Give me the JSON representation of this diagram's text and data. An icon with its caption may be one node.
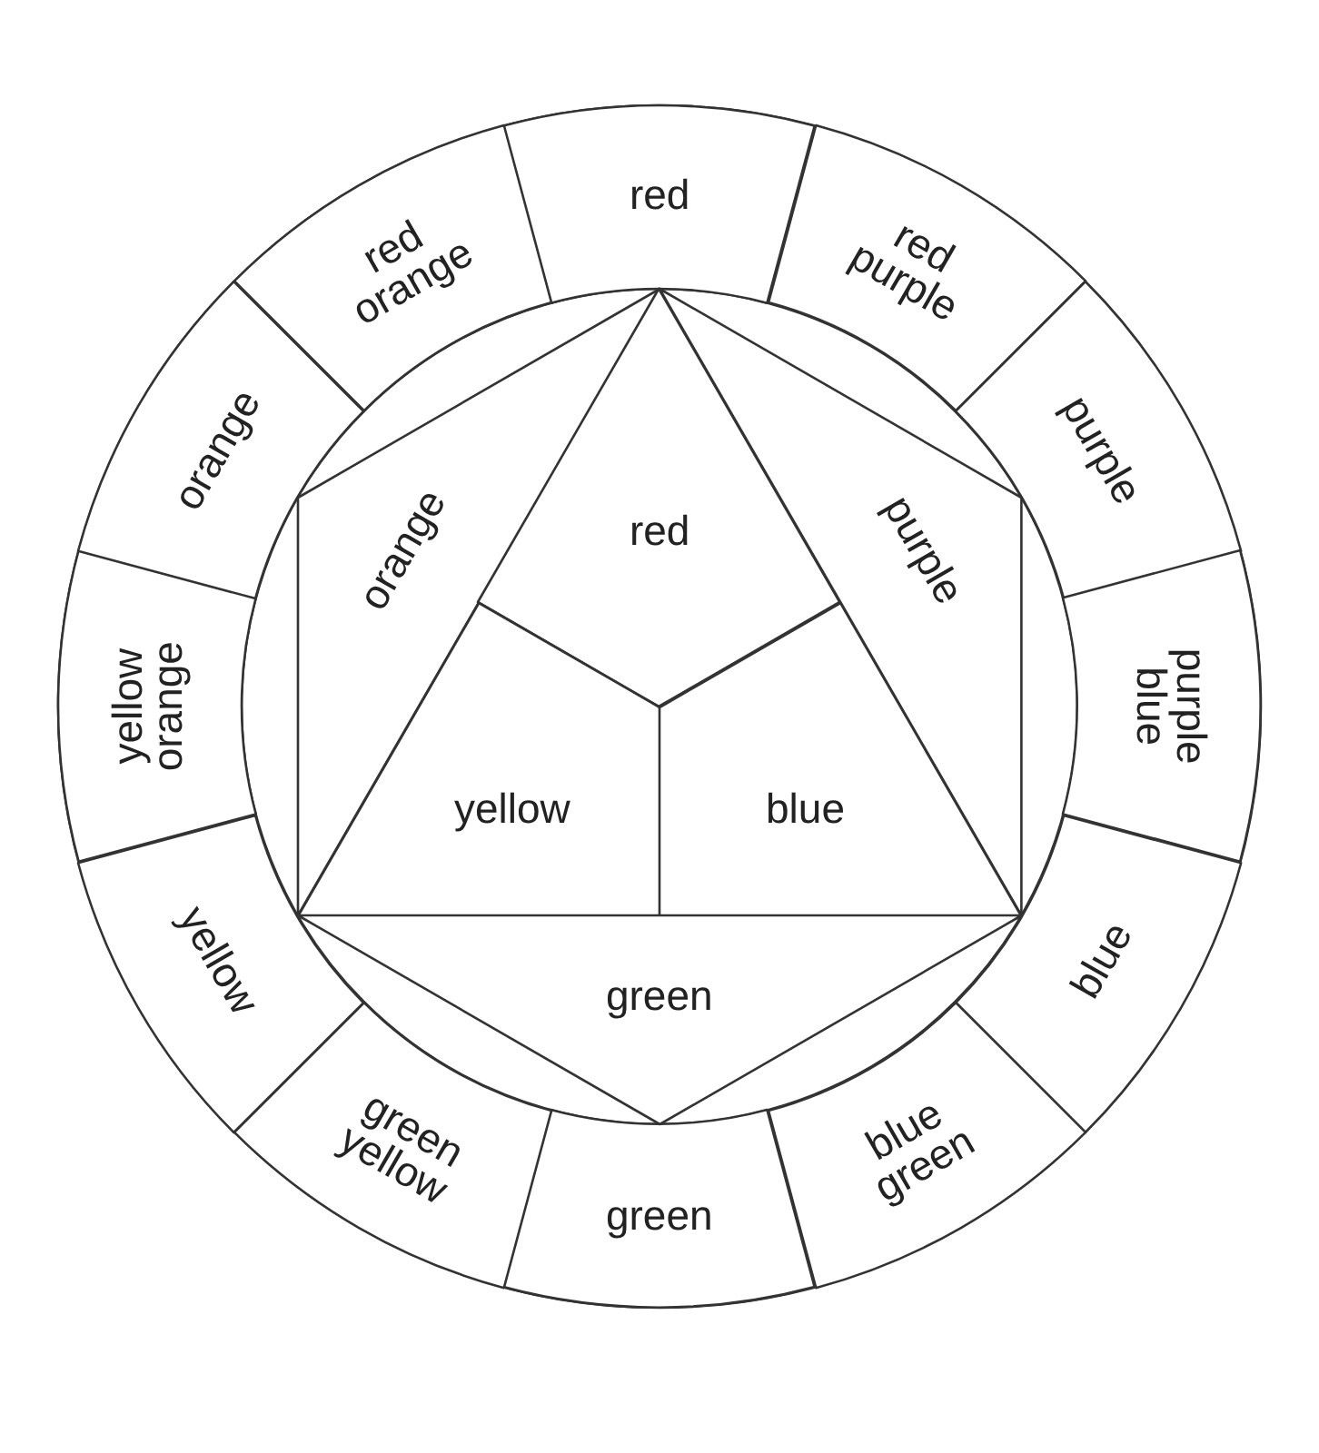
{
  "diagram": {
    "nodes": [
      {
        "text": [
          "red"
        ]
      },
      {
        "text": [
          "red purple"
        ]
      },
      {
        "text": [
          "purple"
        ]
      },
      {
        "text": [
          "purple blue"
        ]
      },
      {
        "text": [
          "blue"
        ]
      },
      {
        "text": [
          "blue green"
        ]
      },
      {
        "text": [
          "green"
        ]
      },
      {
        "text": [
          "green yellow"
        ]
      },
      {
        "text": [
          "yellow"
        ]
      },
      {
        "text": [
          "yellow orange"
        ]
      },
      {
        "text": [
          "orange"
        ]
      },
      {
        "text": [
          "red orange"
        ]
      },
      {
        "text": [
          "orange"
        ]
      },
      {
        "text": [
          "red"
        ]
      },
      {
        "text": [
          "purple"
        ]
      },
      {
        "text": [
          "yellow"
        ]
      },
      {
        "text": [
          "blue"
        ]
      },
      {
        "text": [
          "green"
        ]
      }
    ]
  }
}
